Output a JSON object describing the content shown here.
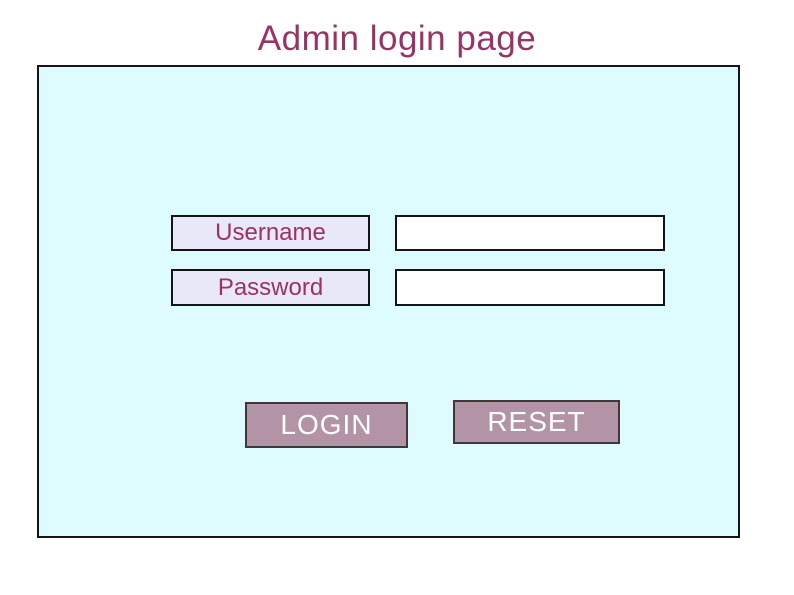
{
  "title": "Admin login page",
  "colors": {
    "title_text": "#993366",
    "panel_bg": "#defbff",
    "panel_border": "#141414",
    "label_bg": "#e8e8f8",
    "label_text": "#993366",
    "input_bg": "#ffffff",
    "button_bg": "#b294a6",
    "button_text": "#ffffff",
    "page_bg": "#ffffff"
  },
  "form": {
    "fields": [
      {
        "label": "Username",
        "value": "",
        "placeholder": ""
      },
      {
        "label": "Password",
        "value": "",
        "placeholder": ""
      }
    ],
    "buttons": [
      {
        "label": "LOGIN"
      },
      {
        "label": "RESET"
      }
    ]
  }
}
